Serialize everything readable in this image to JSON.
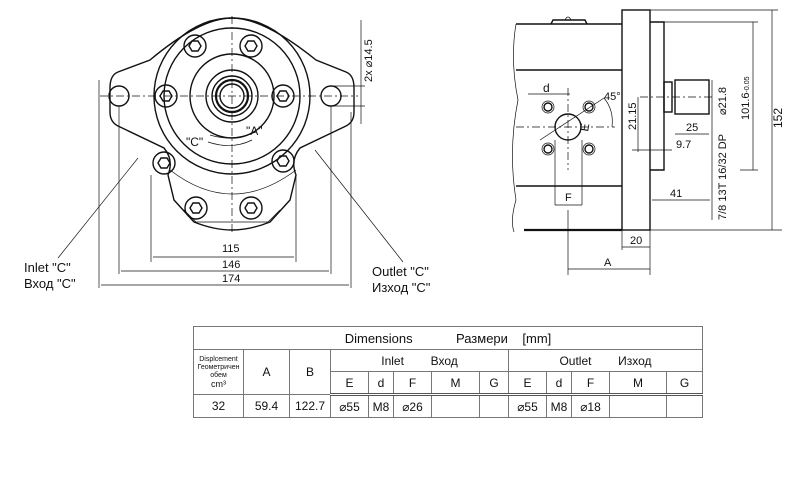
{
  "front_view": {
    "mount_holes_label": "2x ⌀14.5",
    "rotation_c": "\"C\"",
    "rotation_a": "\"A\"",
    "dim_115": "115",
    "dim_146": "146",
    "dim_174": "174",
    "inlet_label_en": "Inlet \"C\"",
    "inlet_label_ru": "Вход \"C\"",
    "outlet_label_en": "Outlet \"C\"",
    "outlet_label_ru": "Изход \"C\""
  },
  "side_view": {
    "label_d": "d",
    "label_angle": "45°",
    "label_e": "E",
    "label_f": "F",
    "label_a": "A",
    "dim_21_15": "21.15",
    "dim_shaft_dia": "⌀21.8",
    "dim_pilot": "101.6",
    "dim_pilot_tol": "-0.05",
    "dim_152": "152",
    "dim_25": "25",
    "dim_9_7": "9.7",
    "dim_41": "41",
    "dim_20": "20",
    "spline_spec": "7/8 13T 16/32 DP"
  },
  "table": {
    "title_en": "Dimensions",
    "title_ru": "Размери",
    "unit": "[mm]",
    "displacement_header": [
      "Displcement",
      "Геометричен",
      "обем",
      "cm³"
    ],
    "col_a": "A",
    "col_b": "B",
    "inlet_en": "Inlet",
    "inlet_ru": "Вход",
    "outlet_en": "Outlet",
    "outlet_ru": "Изход",
    "sub_headers": [
      "E",
      "d",
      "F",
      "M",
      "G",
      "E",
      "d",
      "F",
      "M",
      "G"
    ],
    "rows": [
      [
        "32",
        "59.4",
        "122.7",
        "⌀55",
        "M8",
        "⌀26",
        "",
        "",
        "⌀55",
        "M8",
        "⌀18",
        "",
        ""
      ]
    ]
  }
}
